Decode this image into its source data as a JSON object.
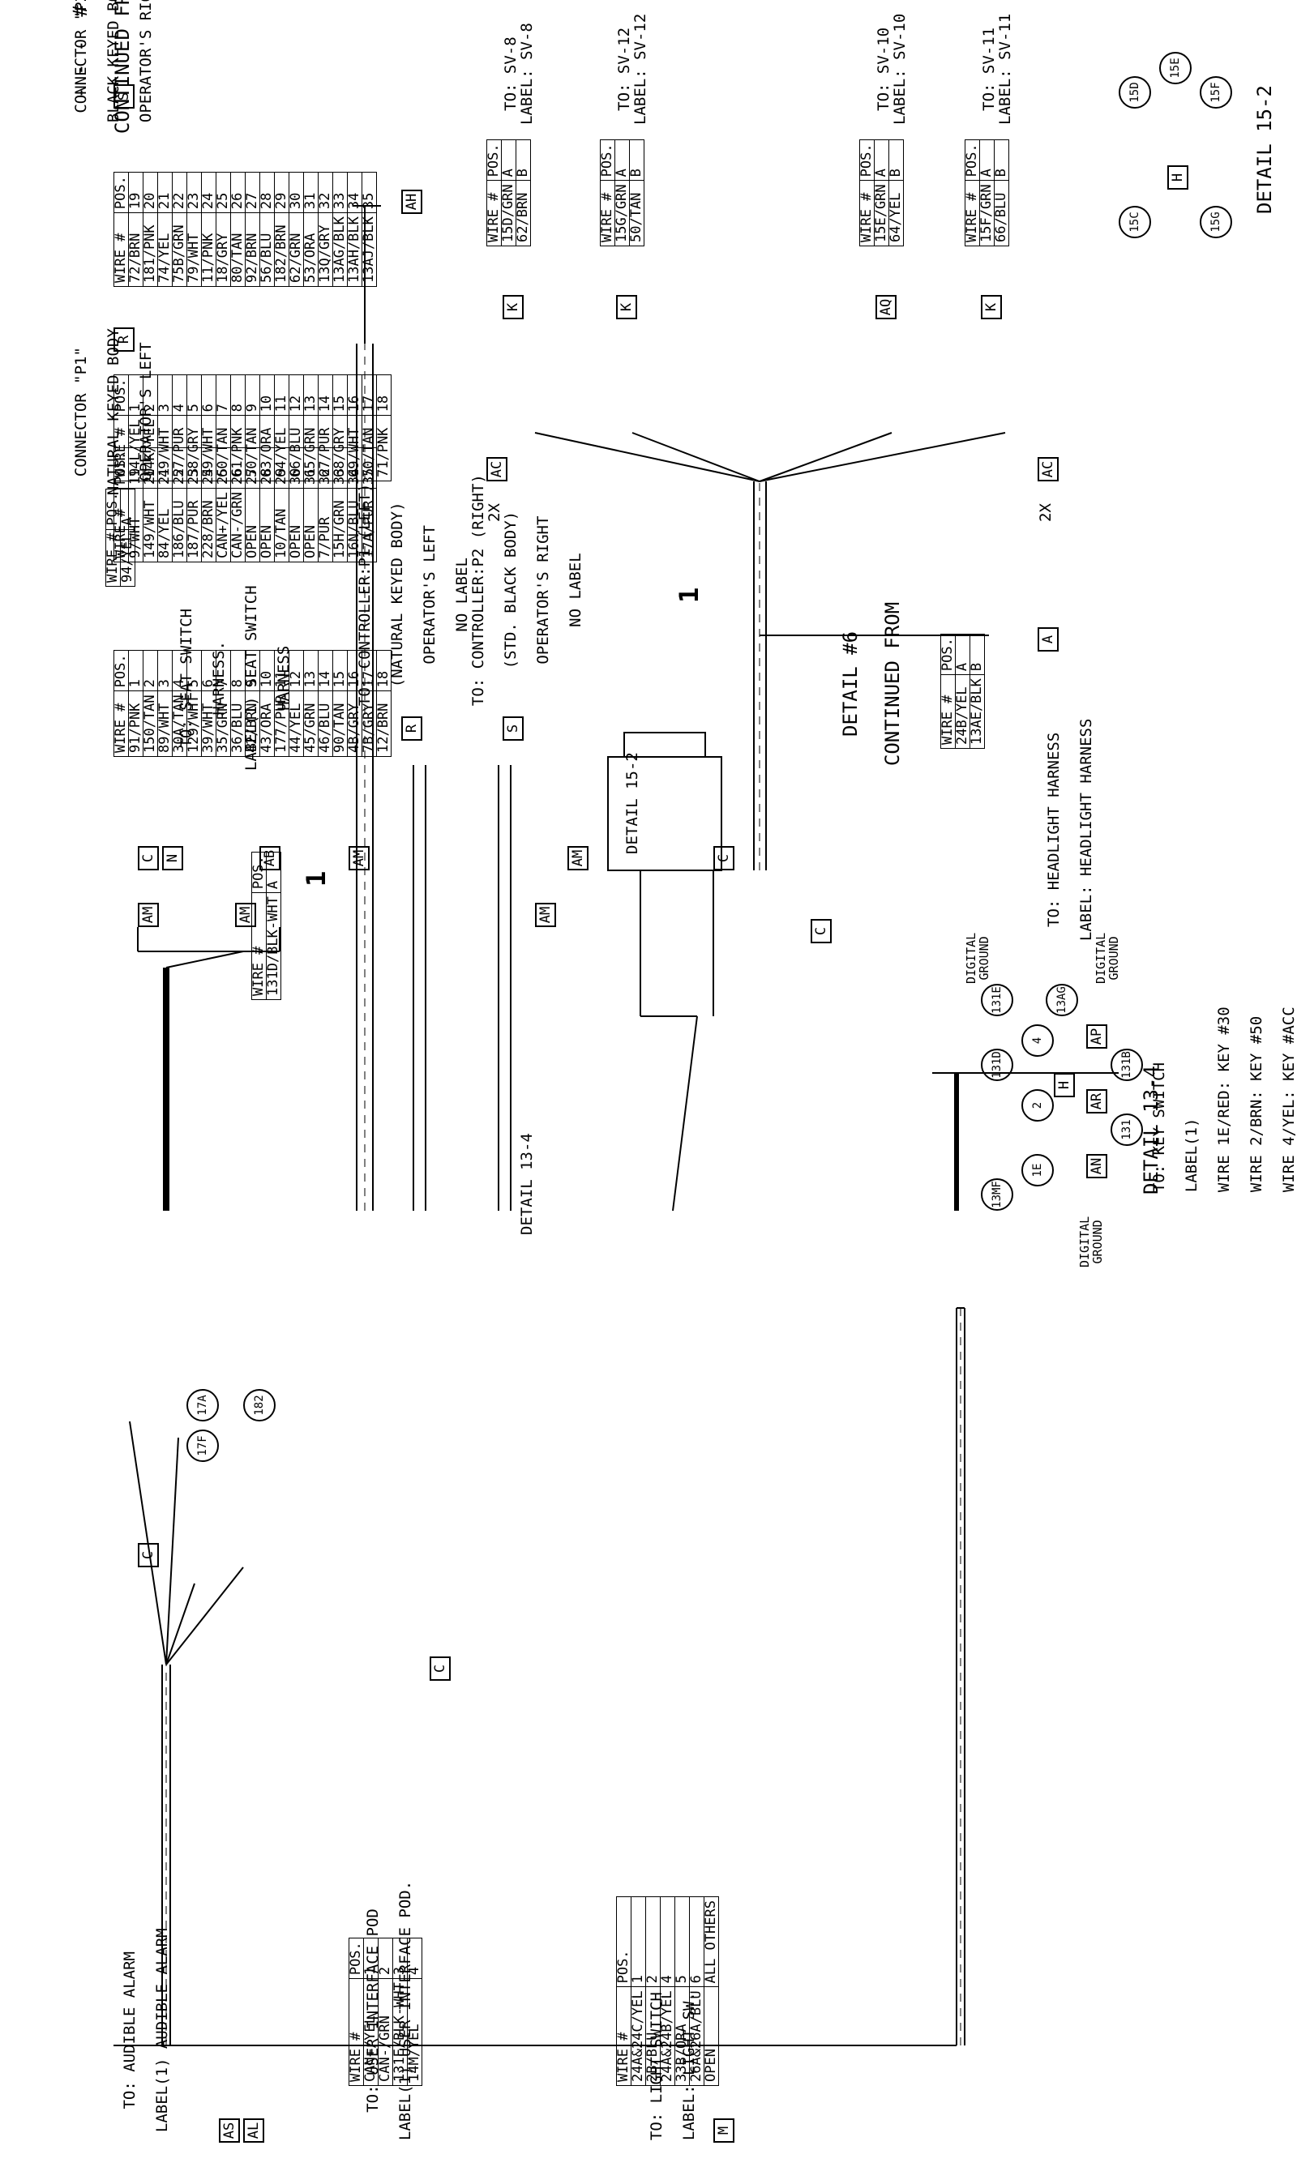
{
  "continued_top": {
    "dash": "- - -",
    "hash": "#",
    "text": "CONTINUED FROM"
  },
  "continued_right": {
    "detail": "DETAIL #6",
    "text": "CONTINUED FROM"
  },
  "callout_1": "1",
  "audible_alarm": {
    "line1": "TO: AUDIBLE ALARM",
    "line2": "LABEL(1) AUDIBLE ALARM",
    "tags": [
      "AS",
      "AL"
    ],
    "circles": [
      "17F",
      "17A",
      "182"
    ]
  },
  "user_pod": {
    "line1": "TO: USER INTERFACE POD",
    "line2": "LABEL(1) USER INTERFACE POD.",
    "tag": "AH",
    "headers": [
      "WIRE #",
      "POS."
    ],
    "rows": [
      [
        "CAN+/YEL",
        "1"
      ],
      [
        "CAN-/GRN",
        "2"
      ],
      [
        "131E/BLK-WHT",
        "3"
      ],
      [
        "14M/YEL",
        "4"
      ]
    ]
  },
  "light_switch": {
    "line1": "TO: LIGHT SWITCH",
    "line2": "LABEL: LIGHT SW.",
    "tag": "M",
    "headers": [
      "WIRE #",
      "POS."
    ],
    "rows": [
      [
        "24A&24C/YEL",
        "1"
      ],
      [
        "2B/BLU",
        "2"
      ],
      [
        "24A&24B/YEL",
        "4"
      ],
      [
        "33B/ORA",
        "5"
      ],
      [
        "26A&26A/BLU",
        "6"
      ],
      [
        "OPEN",
        "ALL OTHERS"
      ]
    ]
  },
  "key_switch": {
    "line1": "TO: KEY SWITCH",
    "line2": "LABEL(1)",
    "line3": "WIRE 1E/RED: KEY #30",
    "line4": "WIRE 2/BRN: KEY #50",
    "line5": "WIRE 4/YEL: KEY #ACC",
    "tags": [
      "AN",
      "AR",
      "AP"
    ],
    "circles": [
      "1E",
      "2",
      "4"
    ]
  },
  "seat_switch": {
    "line1": "TO: SEAT SWITCH",
    "line2": "HARNESS.",
    "line3": "LABEL(1) SEAT SWITCH",
    "line4": "HARNESS",
    "tags": [
      "N",
      "AB"
    ],
    "table1": {
      "headers": [
        "WIRE #",
        "POS."
      ],
      "rows": [
        [
          "94/YEL",
          "A"
        ]
      ]
    },
    "table2": {
      "headers": [
        "WIRE #",
        "POS."
      ],
      "rows": [
        [
          "131D/BLK-WHT",
          "A"
        ]
      ]
    }
  },
  "controller_p1": {
    "line1": "TO: CONTROLLER:P1 (LEFT)",
    "line2": "(NATURAL KEYED BODY)",
    "line3": "OPERATOR'S LEFT",
    "line4": "NO LABEL",
    "tag": "R"
  },
  "controller_p2": {
    "line1": "TO: CONTROLLER:P2 (RIGHT)",
    "line2": "(STD. BLACK BODY)",
    "line3": "OPERATOR'S RIGHT",
    "line4": "NO LABEL",
    "tag": "S"
  },
  "tags_misc": {
    "am": "AM",
    "c": "C",
    "ac": "AC",
    "two_x": "2X"
  },
  "detail_13_4": {
    "callout": "DETAIL 13-4",
    "title": "DETAIL 13-4",
    "h": "H",
    "circles": [
      "131E",
      "13AG",
      "131D",
      "131B",
      "131",
      "13MF"
    ],
    "labels": {
      "dg1a": "DIGITAL",
      "dg1b": "GROUND",
      "dg2a": "DIGITAL",
      "dg2b": "GROUND",
      "dg3a": "DIGITAL",
      "dg3b": "GROUND"
    }
  },
  "detail_15_2": {
    "callout": "DETAIL 15-2",
    "title": "DETAIL 15-2",
    "h": "H",
    "circles": [
      "15D",
      "15E",
      "15F",
      "15G",
      "15C"
    ]
  },
  "connector_p1": {
    "title1": "CONNECTOR \"P1\"",
    "title2": "NATURAL KEYED BODY",
    "title3": "OPERATOR'S LEFT",
    "tag": "R",
    "headers": [
      "WIRE #",
      "POS."
    ],
    "left": [
      [
        "91/PNK",
        "1"
      ],
      [
        "150/TAN",
        "2"
      ],
      [
        "89/WHT",
        "3"
      ],
      [
        "30A/TAN",
        "4"
      ],
      [
        "129/WHT",
        "5"
      ],
      [
        "39/WHT",
        "6"
      ],
      [
        "35/GRN",
        "7"
      ],
      [
        "36/BLU",
        "8"
      ],
      [
        "42/BRN",
        "9"
      ],
      [
        "43/ORA",
        "10"
      ],
      [
        "177/PUR",
        "11"
      ],
      [
        "44/YEL",
        "12"
      ],
      [
        "45/GRN",
        "13"
      ],
      [
        "46/BLU",
        "14"
      ],
      [
        "90/TAN",
        "15"
      ],
      [
        "4B/GRY",
        "16"
      ],
      [
        "7B/GRY",
        "17"
      ],
      [
        "12/BRN",
        "18"
      ]
    ],
    "right": [
      [
        "9/WHT",
        "19"
      ],
      [
        "149/WHT",
        "20"
      ],
      [
        "84/YEL",
        "21"
      ],
      [
        "186/BLU",
        "22"
      ],
      [
        "187/PUR",
        "23"
      ],
      [
        "228/BRN",
        "24"
      ],
      [
        "CAN+/YEL",
        "25"
      ],
      [
        "CAN-/GRN",
        "26"
      ],
      [
        "OPEN",
        "27"
      ],
      [
        "OPEN",
        "28"
      ],
      [
        "10/TAN",
        "29"
      ],
      [
        "OPEN",
        "30"
      ],
      [
        "OPEN",
        "31"
      ],
      [
        "7/PUR",
        "32"
      ],
      [
        "15H/GRN",
        "33"
      ],
      [
        "16N/BLU",
        "34"
      ],
      [
        "17A/PUR",
        "35"
      ]
    ]
  },
  "connector_p2": {
    "title1": "CONNECTOR \"P2\"",
    "title2": "BLACK KEYED BODY",
    "title3": "OPERATOR'S RIGHT",
    "tag": "S",
    "headers": [
      "WIRE #",
      "POS."
    ],
    "left": [
      [
        "14L/YEL",
        "1"
      ],
      [
        "14K/YEL",
        "2"
      ],
      [
        "49/WHT",
        "3"
      ],
      [
        "57/PUR",
        "4"
      ],
      [
        "58/GRY",
        "5"
      ],
      [
        "59/WHT",
        "6"
      ],
      [
        "60/TAN",
        "7"
      ],
      [
        "61/PNK",
        "8"
      ],
      [
        "50/TAN",
        "9"
      ],
      [
        "63/ORA",
        "10"
      ],
      [
        "64/YEL",
        "11"
      ],
      [
        "66/BLU",
        "12"
      ],
      [
        "65/GRN",
        "13"
      ],
      [
        "67/PUR",
        "14"
      ],
      [
        "68/GRY",
        "15"
      ],
      [
        "69/WHT",
        "16"
      ],
      [
        "70/TAN",
        "17"
      ],
      [
        "71/PNK",
        "18"
      ]
    ],
    "right": [
      [
        "72/BRN",
        "19"
      ],
      [
        "181/PNK",
        "20"
      ],
      [
        "74/YEL",
        "21"
      ],
      [
        "75B/GRN",
        "22"
      ],
      [
        "79/WHT",
        "23"
      ],
      [
        "11/PNK",
        "24"
      ],
      [
        "18/GRY",
        "25"
      ],
      [
        "80/TAN",
        "26"
      ],
      [
        "92/BRN",
        "27"
      ],
      [
        "56/BLU",
        "28"
      ],
      [
        "182/BRN",
        "29"
      ],
      [
        "62/GRN",
        "30"
      ],
      [
        "53/ORA",
        "31"
      ],
      [
        "13Q/GRY",
        "32"
      ],
      [
        "13AG/BLK",
        "33"
      ],
      [
        "13AH/BLK",
        "34"
      ],
      [
        "13AJ/BLK",
        "35"
      ]
    ]
  },
  "headlight": {
    "line1": "TO: HEADLIGHT HARNESS",
    "line2": "LABEL: HEADLIGHT HARNESS",
    "tag": "A",
    "headers": [
      "WIRE #",
      "POS."
    ],
    "rows": [
      [
        "24B/YEL",
        "A"
      ],
      [
        "13AE/BLK",
        "B"
      ]
    ]
  },
  "sv8": {
    "line1": "TO: SV-8",
    "line2": "LABEL: SV-8",
    "tag": "K",
    "headers": [
      "WIRE #",
      "POS."
    ],
    "rows": [
      [
        "15D/GRN",
        "A"
      ],
      [
        "62/BRN",
        "B"
      ]
    ]
  },
  "sv12": {
    "line1": "TO: SV-12",
    "line2": "LABEL: SV-12",
    "tag": "K",
    "headers": [
      "WIRE #",
      "POS."
    ],
    "rows": [
      [
        "15G/GRN",
        "A"
      ],
      [
        "50/TAN",
        "B"
      ]
    ]
  },
  "sv10": {
    "line1": "TO: SV-10",
    "line2": "LABEL: SV-10",
    "tag": "AQ",
    "headers": [
      "WIRE #",
      "POS."
    ],
    "rows": [
      [
        "15E/GRN",
        "A"
      ],
      [
        "64/YEL",
        "B"
      ]
    ]
  },
  "sv11": {
    "line1": "TO: SV-11",
    "line2": "LABEL: SV-11",
    "tag": "K",
    "headers": [
      "WIRE #",
      "POS."
    ],
    "rows": [
      [
        "15F/GRN",
        "A"
      ],
      [
        "66/BLU",
        "B"
      ]
    ]
  }
}
